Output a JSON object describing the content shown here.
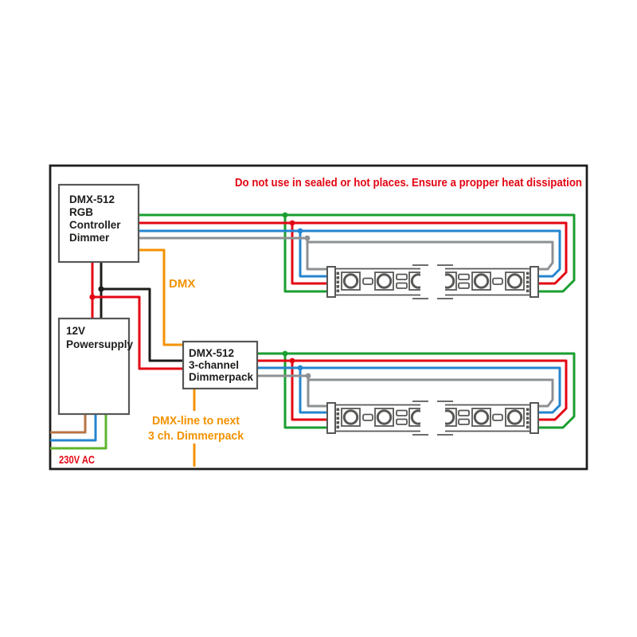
{
  "warning": "Do not use in sealed or hot places. Ensure a propper heat dissipation",
  "boxes": {
    "controller": {
      "lines": [
        "DMX-512",
        "RGB",
        "Controller",
        "Dimmer"
      ]
    },
    "powersupply": {
      "lines": [
        "12V",
        "Powersupply"
      ]
    },
    "dimmerpack": {
      "lines": [
        "DMX-512",
        "3-channel",
        "Dimmerpack"
      ]
    }
  },
  "labels": {
    "dmx": "DMX",
    "dmx_next_line1": "DMX-line to next",
    "dmx_next_line2": "3 ch. Dimmerpack",
    "mains": "230V AC"
  },
  "colors": {
    "red": "#e30613",
    "green": "#1a9e2f",
    "blue": "#2585cf",
    "gray": "#8d9093",
    "black": "#1d1d1b",
    "orange": "#f39200",
    "brown": "#b97444",
    "earth": "#5eb52c",
    "frame": "#1d1d1b",
    "boxline": "#575756"
  }
}
